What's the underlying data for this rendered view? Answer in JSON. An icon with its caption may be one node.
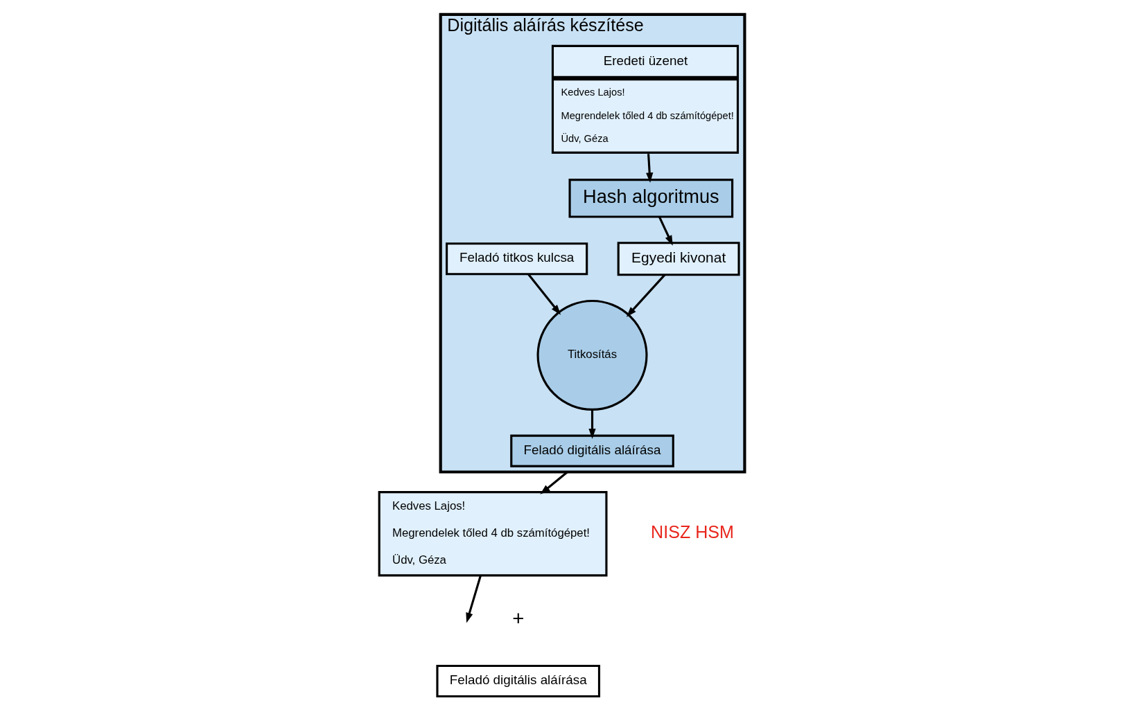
{
  "diagram": {
    "nodes": [
      {
        "text": [
          "Digitális aláírás készítése"
        ]
      },
      {
        "text": [
          "Eredeti üzenet",
          "Kedves Lajos!",
          "Megrendelek tőled 4 db számítógépet!",
          "Üdv, Géza"
        ],
        "in": 0
      },
      {
        "text": [
          "Hash algoritmus"
        ],
        "in": 0
      },
      {
        "text": [
          "Feladó titkos kulcsa"
        ],
        "in": 0
      },
      {
        "text": [
          "Egyedi kivonat"
        ],
        "in": 0
      },
      {
        "text": [
          "Titkosítás"
        ],
        "in": 0
      },
      {
        "text": [
          "Feladó digitális aláírása"
        ],
        "in": 0
      },
      {
        "text": [
          "Kedves Lajos!",
          "Megrendelek tőled 4 db számítógépet!",
          "Üdv, Géza"
        ]
      },
      {
        "text": [
          "Feladó digitális aláírása"
        ]
      }
    ],
    "edges": [
      {
        "from": 1,
        "to": 2,
        "arrow": "to"
      },
      {
        "from": 2,
        "to": 4,
        "arrow": "to"
      },
      {
        "from": 3,
        "to": 5,
        "arrow": "to"
      },
      {
        "from": 4,
        "to": 5,
        "arrow": "to"
      },
      {
        "from": 5,
        "to": 6,
        "arrow": "to"
      },
      {
        "from": 0,
        "to": 7,
        "arrow": "to"
      },
      {
        "from": 7,
        "to": null,
        "arrow": "to"
      }
    ],
    "labels": [
      "+",
      "NISZ HSM"
    ]
  }
}
